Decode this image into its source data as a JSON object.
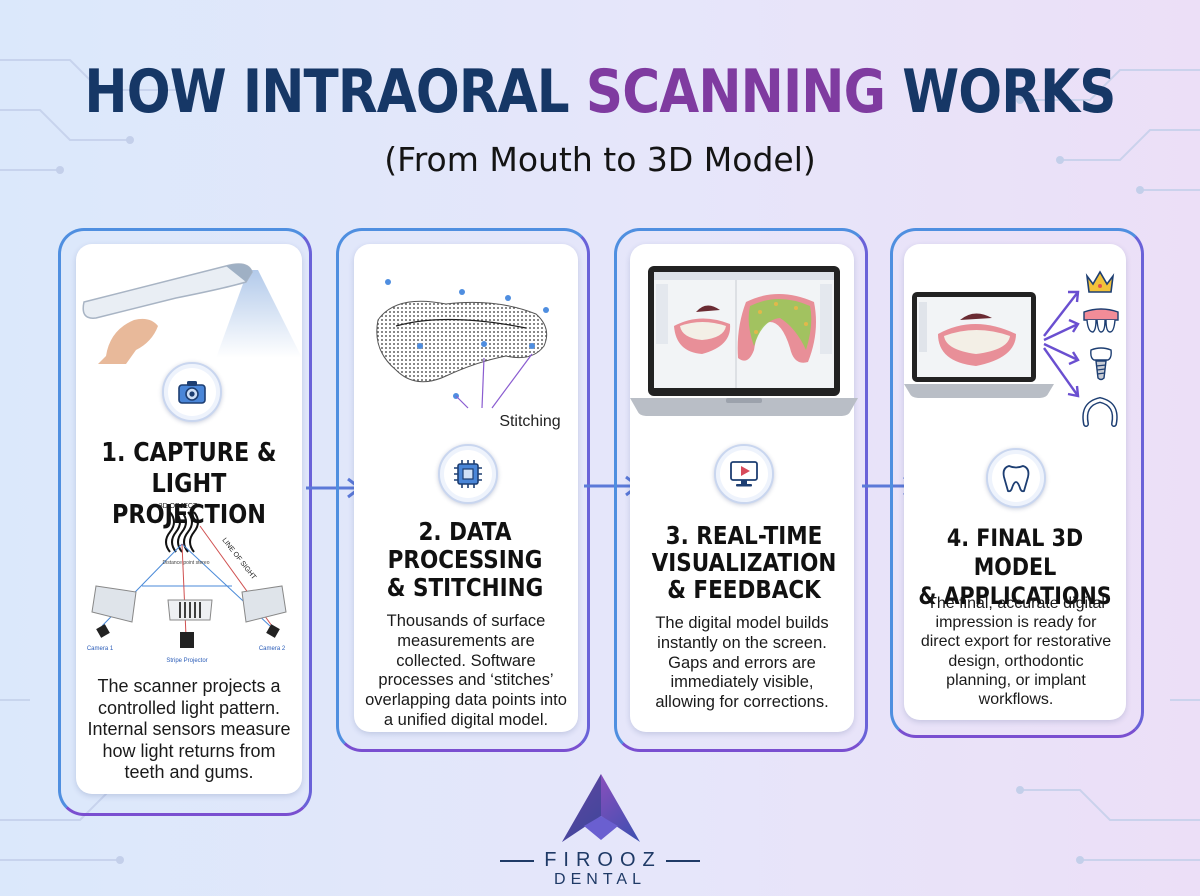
{
  "title": {
    "part1": "HOW INTRAORAL ",
    "accent": "SCANNING",
    "part2": " WORKS"
  },
  "subtitle": "(From Mouth to 3D Model)",
  "colors": {
    "navy": "#163766",
    "purple": "#7f3ba0",
    "frame_blue": "#4f8fe0",
    "frame_violet": "#7a4fd0"
  },
  "steps": [
    {
      "title_lines": [
        "1. CAPTURE &",
        "LIGHT PROJECTION"
      ],
      "icon": "camera-icon",
      "description": "The scanner projects a controlled light pattern. Internal sensors measure how light returns from teeth and gums.",
      "diagram": {
        "object_label": "3D OBJECT",
        "line_label": "LINE OF SIGHT",
        "distance_label": "Distance point stereo",
        "left_camera": "Camera 1",
        "projector": "Stripe Projector",
        "right_camera": "Camera 2"
      }
    },
    {
      "title_lines": [
        "2. DATA",
        "PROCESSING",
        "& STITCHING"
      ],
      "icon": "processor-chip-icon",
      "description": "Thousands of surface measurements are collected. Software processes and ‘stitches’ overlapping data points into a unified digital model.",
      "image_label": "Stitching"
    },
    {
      "title_lines": [
        "3. REAL-TIME",
        "VISUALIZATION",
        "& FEEDBACK"
      ],
      "icon": "monitor-play-icon",
      "description": "The digital model builds instantly on the screen. Gaps and errors are immediately visible, allowing for corrections."
    },
    {
      "title_lines": [
        "4. FINAL 3D MODEL",
        "& APPLICATIONS"
      ],
      "icon": "tooth-icon",
      "description": "The final, accurate digital impression is ready for direct export for restorative design, orthodontic planning, or implant workflows.",
      "applications": [
        "crown-icon",
        "bridge-icon",
        "implant-icon",
        "aligner-icon"
      ]
    }
  ],
  "logo": {
    "name": "FIROOZ",
    "subname": "DENTAL"
  }
}
